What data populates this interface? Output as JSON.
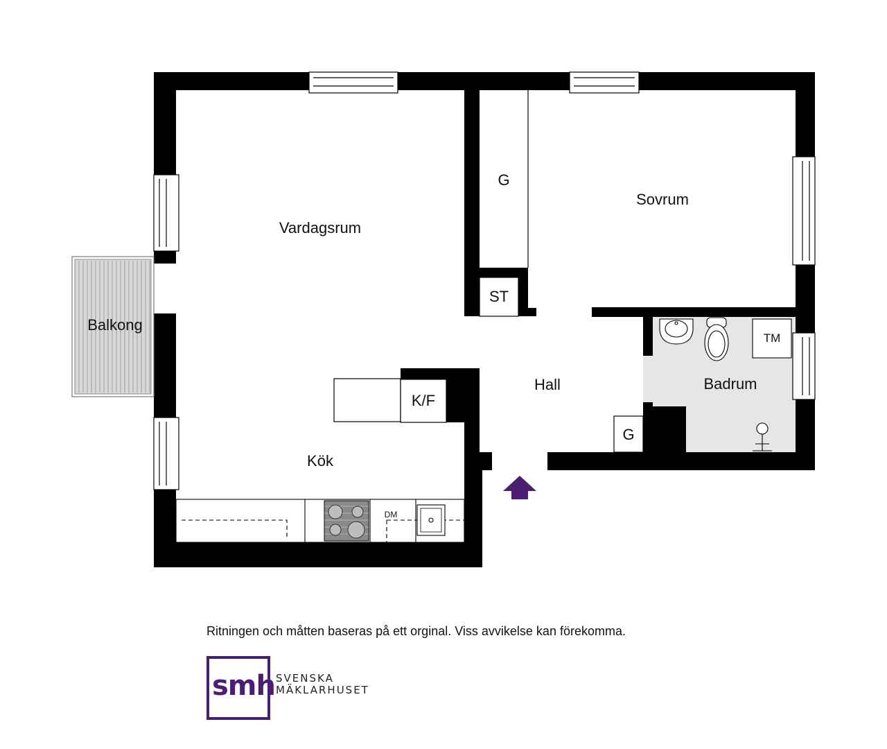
{
  "rooms": {
    "vardagsrum": "Vardagsrum",
    "sovrum": "Sovrum",
    "balkong": "Balkong",
    "kok": "Kök",
    "hall": "Hall",
    "badrum": "Badrum",
    "garderob_top": "G",
    "garderob_hall": "G",
    "storage": "ST",
    "fridge": "K/F",
    "washer": "TM",
    "dishwasher": "DM"
  },
  "footer": {
    "disclaimer": "Ritningen och måtten baseras på ett orginal. Viss avvikelse kan förekomma."
  },
  "logo": {
    "mark": "smh",
    "line1": "SVENSKA",
    "line2": "MÄKLARHUSET"
  },
  "colors": {
    "wall": "#000000",
    "bath_floor": "#e6e6e6",
    "entrance_arrow": "#4b1e73",
    "brand": "#4b1e73"
  }
}
